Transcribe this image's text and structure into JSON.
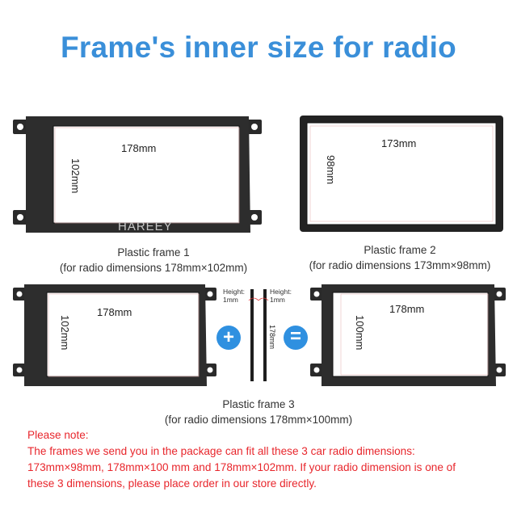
{
  "title": "Frame's inner size for radio",
  "watermark": "HAREEY",
  "frame1": {
    "width_label": "178mm",
    "height_label": "102mm",
    "caption_line1": "Plastic frame 1",
    "caption_line2": "(for radio dimensions 178mm×102mm)"
  },
  "frame2": {
    "width_label": "173mm",
    "height_label": "98mm",
    "caption_line1": "Plastic frame 2",
    "caption_line2": "(for radio dimensions 173mm×98mm)"
  },
  "frame3": {
    "left_width_label": "178mm",
    "left_height_label": "102mm",
    "strip_left_label_1": "Height:",
    "strip_left_label_2": "1mm",
    "strip_right_label_1": "Height:",
    "strip_right_label_2": "1mm",
    "strip_length_label": "178mm",
    "plus_symbol": "+",
    "equals_symbol": "=",
    "right_width_label": "178mm",
    "right_height_label": "100mm",
    "caption_line1": "Plastic frame 3",
    "caption_line2": "(for radio dimensions 178mm×100mm)"
  },
  "note": {
    "heading": "Please note:",
    "line1": "The frames we send you in the package can fit all these 3 car radio dimensions:",
    "line2": "173mm×98mm,  178mm×100 mm and  178mm×102mm. If your radio dimension is one of",
    "line3": "these 3 dimensions, please place order in our store directly."
  },
  "colors": {
    "title": "#3a8fd9",
    "note": "#e8262c",
    "frame": "#2a2a2a",
    "accent": "#2f90e0"
  }
}
